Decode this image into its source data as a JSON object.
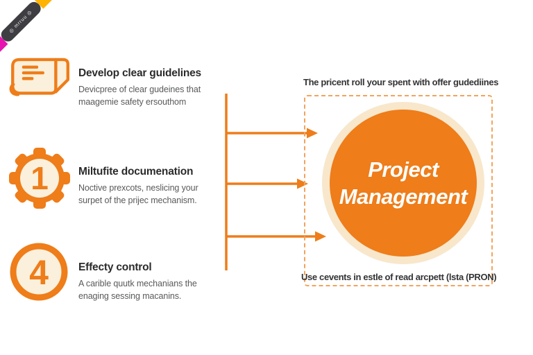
{
  "ribbon": {
    "label": "◎ mrruu ◎"
  },
  "steps": [
    {
      "number": "",
      "title": "Develop clear guidelines",
      "description": "Devicpree of clear gudeines that maagemie safety ersouthom"
    },
    {
      "number": "1",
      "title": "Miltufite documenation",
      "description": "Noctive prexcots, neslicing your surpet of the prijec mechanism."
    },
    {
      "number": "4",
      "title": "Effecty control",
      "description": "A carible quutk mechanians the enaging sessing macanins."
    }
  ],
  "panel": {
    "top_caption": "The pricent roll your spent with offer gudediines",
    "bottom_caption": "Use cevents in estle of read arcpett (lsta (PRON)",
    "center_title_line1": "Project",
    "center_title_line2": "Management"
  },
  "colors": {
    "orange": "#EE7D1A",
    "cream_ring": "#F8E7CB",
    "icon_fill": "#FBF0DB",
    "dashed_border": "#F2A35C",
    "magenta": "#E713B1",
    "yellow": "#FFB302",
    "ribbon_dark": "#3E3E42",
    "heading_text": "#2B2B2B",
    "body_text": "#58595B"
  }
}
